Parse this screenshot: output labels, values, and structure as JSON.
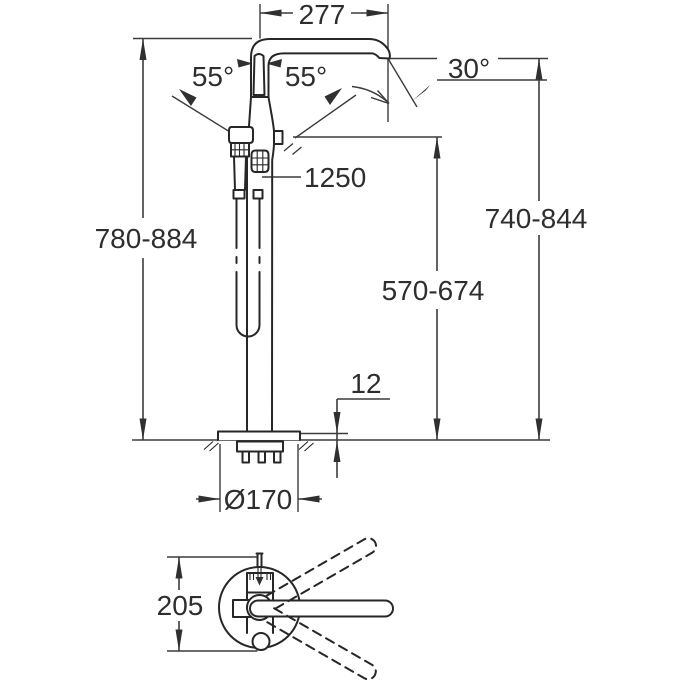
{
  "colors": {
    "line": "#3c3c3c",
    "part_line": "#272727",
    "text": "#2e2e2e",
    "background": "#ffffff"
  },
  "front_view": {
    "labels": {
      "spout_width": "277",
      "handle_angle_left": "55°",
      "handle_angle_right": "55°",
      "spout_angle": "30°",
      "hose_length": "1250",
      "total_height": "780-884",
      "spout_tip_height": "740-844",
      "outlet_height": "570-674",
      "base_plate_height": "12",
      "base_diameter": "Ø170"
    }
  },
  "top_view": {
    "labels": {
      "depth": "205"
    }
  }
}
